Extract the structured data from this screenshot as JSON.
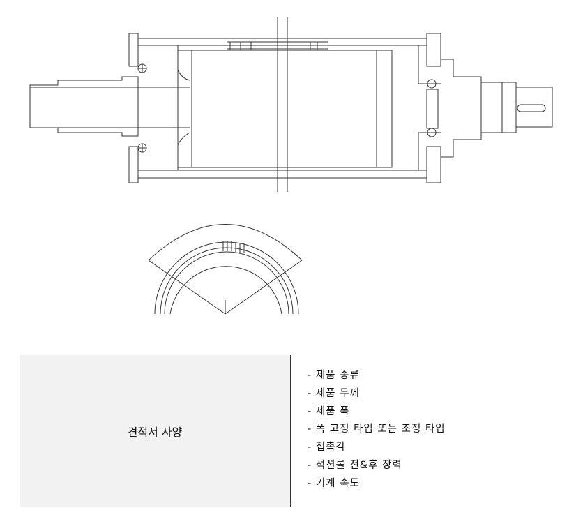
{
  "spec_table": {
    "title": "견적서 사양",
    "items": [
      "- 제품 종류",
      "- 제품 두께",
      "- 제품 폭",
      "- 폭 고정 타입 또는 조정 타입",
      "- 접촉각",
      "- 석션롤 전&후 장력",
      "- 기계 속도"
    ]
  }
}
